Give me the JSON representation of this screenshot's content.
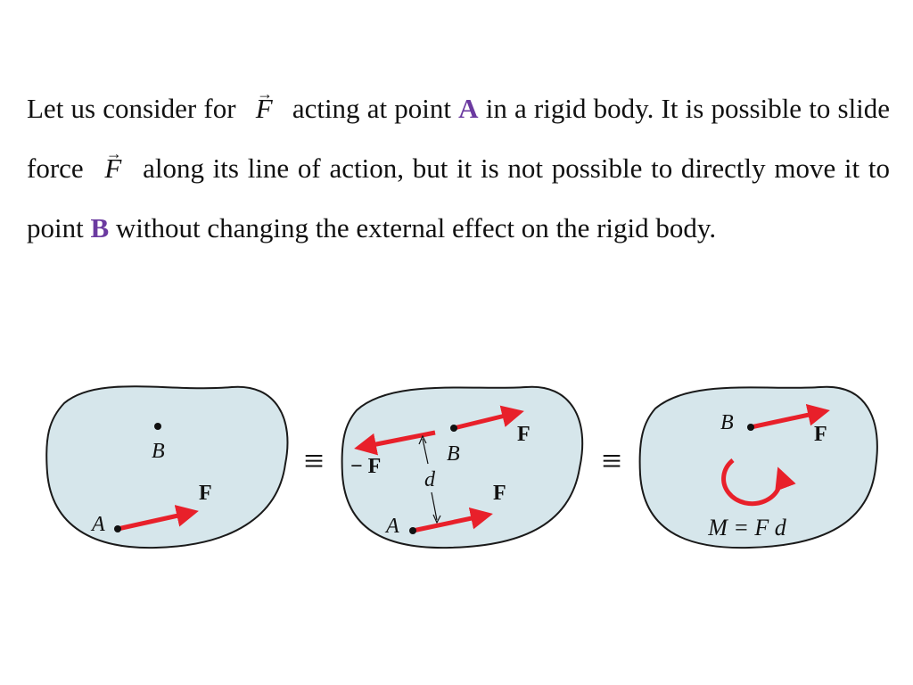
{
  "paragraph": {
    "p1": "Let us consider for",
    "vec1_symbol": "F",
    "vec_arrow": "→",
    "p2": "acting at point",
    "point_a": "A",
    "p3": "in a rigid body. It is possible to slide force",
    "vec2_symbol": "F",
    "p4": "along its line of action, but it is not possible to directly move it to point",
    "point_b": "B",
    "p5": "without changing the external effect on the rigid body."
  },
  "figure": {
    "equiv_symbol": "≡",
    "panel1": {
      "label_b": "B",
      "label_a": "A",
      "label_f": "F"
    },
    "panel2": {
      "label_neg_f": "− F",
      "label_b": "B",
      "label_f_top": "F",
      "label_d": "d",
      "label_a": "A",
      "label_f_bottom": "F"
    },
    "panel3": {
      "label_b": "B",
      "label_f": "F",
      "moment_eq": "M = F d"
    }
  },
  "colors": {
    "body_fill": "#d6e6eb",
    "body_stroke": "#1a1a1a",
    "force_red": "#e8202a",
    "point_label": "#6b3aa0"
  }
}
